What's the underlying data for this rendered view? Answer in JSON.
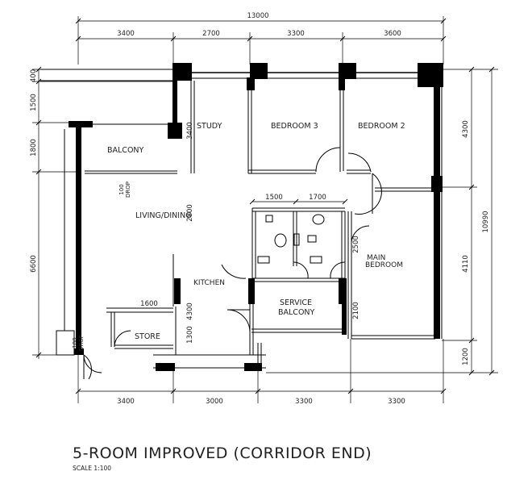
{
  "title": "5-ROOM IMPROVED (CORRIDOR END)",
  "scale": "SCALE  1:100",
  "overall_top": "13000",
  "top_dims": [
    "3400",
    "2700",
    "3300",
    "3600"
  ],
  "bottom_dims": [
    "3400",
    "3000",
    "3300",
    "3300"
  ],
  "left_dims": [
    "400",
    "1500",
    "1800",
    "6600"
  ],
  "right_dims": [
    "4300",
    "4110",
    "1200"
  ],
  "overall_right": "10990",
  "inner_dims": {
    "study": "3400",
    "living": "2800",
    "kitchen": "4300",
    "store_w": "1600",
    "store_h": "1300",
    "bath_w1": "1500",
    "bath_w2": "1700",
    "main_h": "2500",
    "service_h": "2100"
  },
  "rooms": {
    "study": "STUDY",
    "bedroom3": "BEDROOM 3",
    "bedroom2": "BEDROOM 2",
    "balcony": "BALCONY",
    "living": "LIVING/DINING",
    "main": "MAIN",
    "main2": "BEDROOM",
    "kitchen": "KITCHEN",
    "service1": "SERVICE",
    "service2": "BALCONY",
    "store": "STORE"
  },
  "drops": {
    "balcony_drop_1": "100",
    "balcony_drop_2": "DROP",
    "store_drop_1": "100",
    "store_drop_2": "DROP"
  }
}
